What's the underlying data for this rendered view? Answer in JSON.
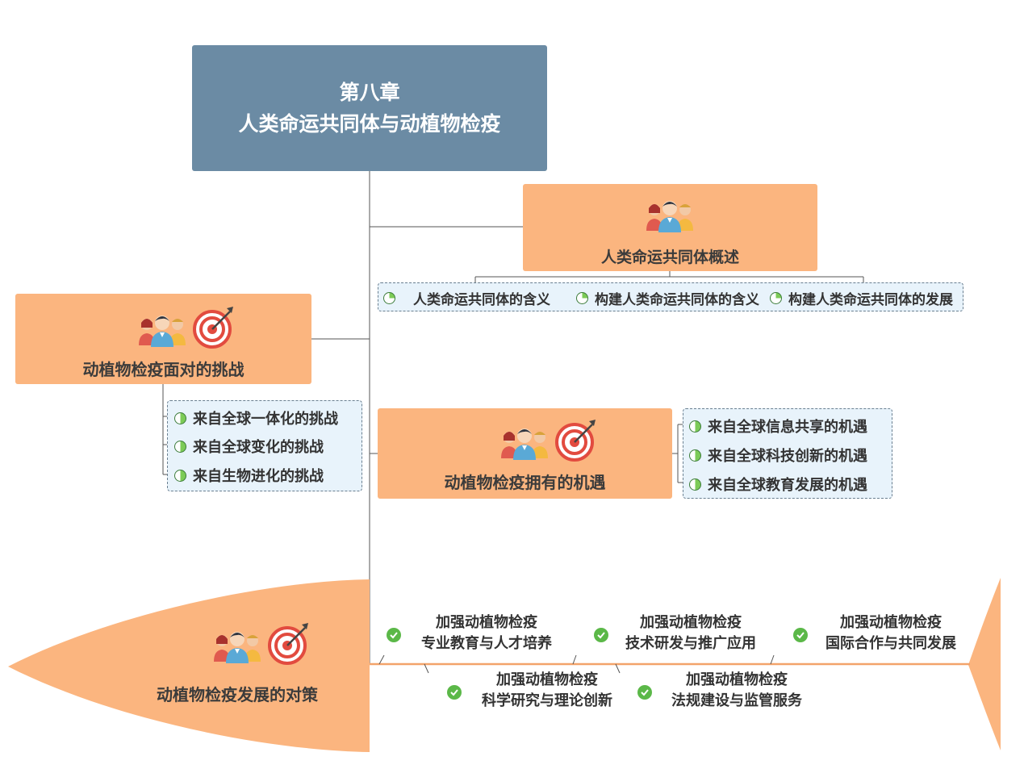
{
  "root": {
    "line1": "第八章",
    "line2": "人类命运共同体与动植物检疫"
  },
  "overview": {
    "title": "人类命运共同体概述",
    "items": [
      "人类命运共同体的含义",
      "构建人类命运共同体的含义",
      "构建人类命运共同体的发展"
    ]
  },
  "challenges": {
    "title": "动植物检疫面对的挑战",
    "items": [
      "来自全球一体化的挑战",
      "来自全球变化的挑战",
      "来自生物进化的挑战"
    ]
  },
  "opportunities": {
    "title": "动植物检疫拥有的机遇",
    "items": [
      "来自全球信息共享的机遇",
      "来自全球科技创新的机遇",
      "来自全球教育发展的机遇"
    ]
  },
  "strategies": {
    "title": "动植物检疫发展的对策",
    "measures": [
      {
        "line1": "加强动植物检疫",
        "line2": "专业教育与人才培养"
      },
      {
        "line1": "加强动植物检疫",
        "line2": "技术研发与推广应用"
      },
      {
        "line1": "加强动植物检疫",
        "line2": "国际合作与共同发展"
      },
      {
        "line1": "加强动植物检疫",
        "line2": "科学研究与理论创新"
      },
      {
        "line1": "加强动植物检疫",
        "line2": "法规建设与监管服务"
      }
    ]
  },
  "colors": {
    "root_fill": "#6b8ba4",
    "node_fill": "#fbb57f",
    "subgroup_fill": "#e8f3fb",
    "check_green": "#5bb848",
    "line": "#555555"
  }
}
